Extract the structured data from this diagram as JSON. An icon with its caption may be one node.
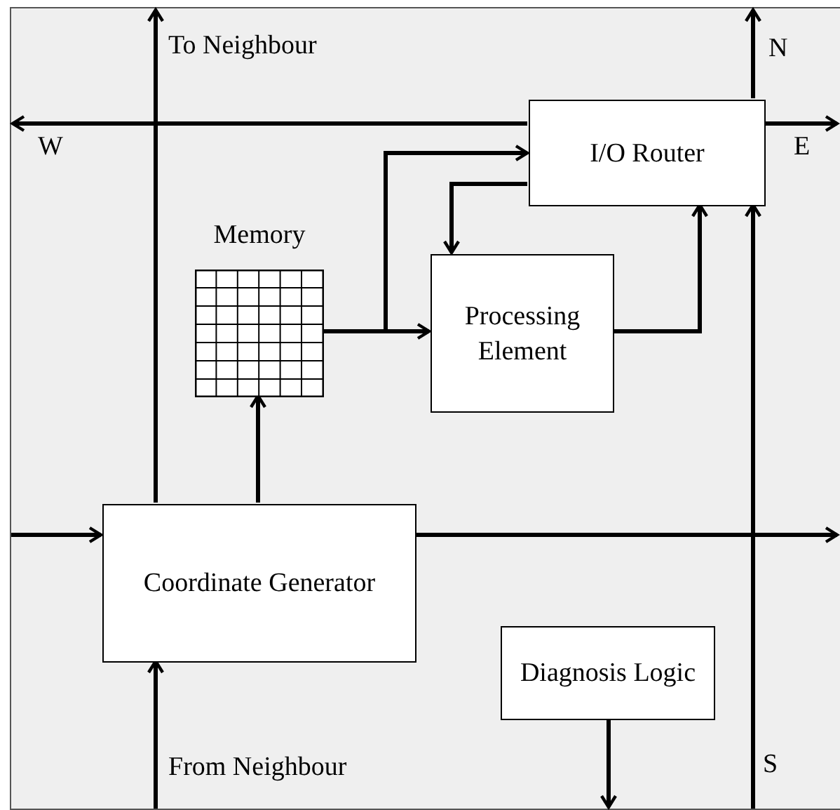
{
  "diagram": {
    "nodes": [
      {
        "text": [],
        "shape": "box"
      },
      {
        "text": [
          "I/O Router"
        ],
        "in": 0
      },
      {
        "text": [
          "Memory"
        ],
        "in": 0
      },
      {
        "text": [
          "Processing Element"
        ],
        "in": 0
      },
      {
        "text": [
          "Coordinate Generator"
        ],
        "in": 0
      },
      {
        "text": [
          "Diagnosis Logic"
        ],
        "in": 0
      }
    ],
    "edges": [
      {
        "from": 1,
        "to": null,
        "arrow": "to"
      },
      {
        "from": 1,
        "to": null,
        "arrow": "to"
      },
      {
        "from": 1,
        "to": null,
        "arrow": "to"
      },
      {
        "from": null,
        "to": 1,
        "arrow": "to"
      },
      {
        "from": 2,
        "to": 1,
        "arrow": "to"
      },
      {
        "from": 1,
        "to": 3,
        "arrow": "to"
      },
      {
        "from": 2,
        "to": 3,
        "arrow": "to"
      },
      {
        "from": 3,
        "to": 1,
        "arrow": "to"
      },
      {
        "from": 4,
        "to": 2,
        "arrow": "to"
      },
      {
        "from": 4,
        "to": null,
        "arrow": "to"
      },
      {
        "from": null,
        "to": 4,
        "arrow": "to"
      },
      {
        "from": null,
        "to": 4,
        "arrow": "to"
      },
      {
        "from": 4,
        "to": null,
        "arrow": "to"
      },
      {
        "from": 5,
        "to": null,
        "arrow": "to"
      }
    ],
    "labels": [
      "To Neighbour",
      "N",
      "W",
      "E",
      "From Neighbour",
      "S"
    ]
  }
}
